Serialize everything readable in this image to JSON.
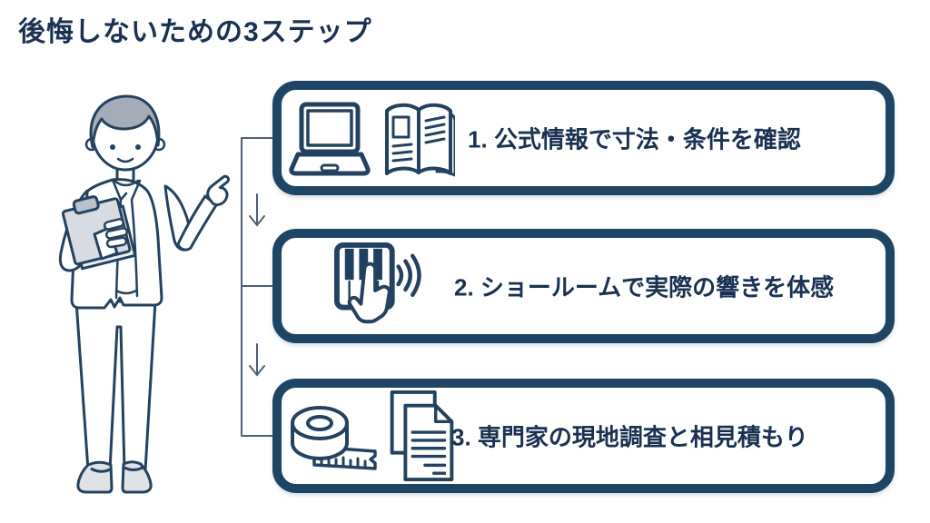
{
  "title": "後悔しないための3ステップ",
  "colors": {
    "accent_border": "#1f4565",
    "text": "#1b3152",
    "icon_stroke": "#24425f",
    "connector_line": "#4e5e74",
    "hair_grey": "#a5acb7",
    "clipboard_grey": "#d8dce2",
    "background": "#ffffff"
  },
  "illustration": {
    "name": "presenter-pointing-illustration"
  },
  "flow": {
    "direction": "down",
    "arrow_icon": "down-arrow-icon"
  },
  "steps": [
    {
      "label": "1. 公式情報で寸法・条件を確認",
      "icons": [
        "laptop-icon",
        "catalog-icon"
      ]
    },
    {
      "label": "2. ショールームで実際の響きを体感",
      "icons": [
        "piano-touch-icon",
        "sound-waves-icon"
      ]
    },
    {
      "label": "3. 専門家の現地調査と相見積もり",
      "icons": [
        "measuring-tape-icon",
        "documents-icon"
      ]
    }
  ]
}
